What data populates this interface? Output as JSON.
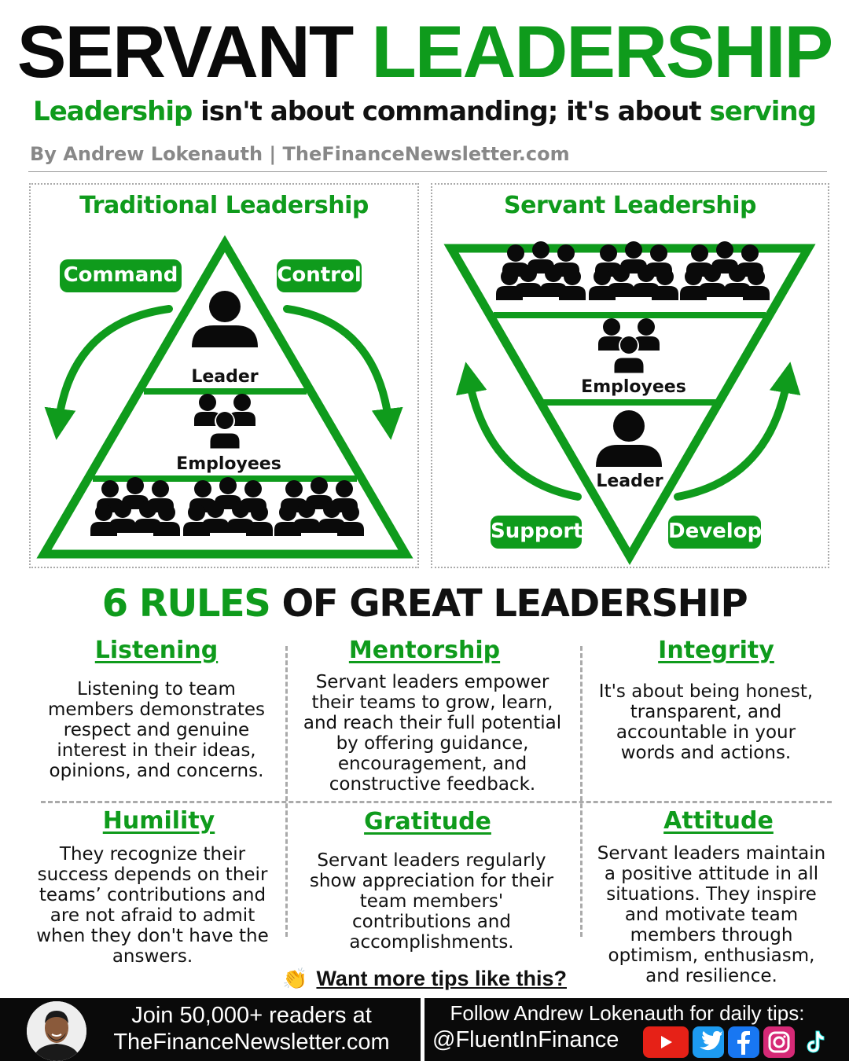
{
  "header": {
    "title_part1": "SERVANT",
    "title_part2": "LEADERSHIP",
    "subtitle_part1": "Leadership",
    "subtitle_part2": " isn't about commanding; it's about ",
    "subtitle_part3": "serving",
    "byline": "By Andrew Lokenauth | TheFinanceNewsletter.com"
  },
  "traditional": {
    "title": "Traditional Leadership",
    "pill_left": "Command",
    "pill_right": "Control",
    "layer_top": "Leader",
    "layer_middle": "Employees"
  },
  "servant": {
    "title": "Servant Leadership",
    "layer_middle": "Employees",
    "layer_bottom": "Leader",
    "pill_left": "Support",
    "pill_right": "Develop"
  },
  "rules": {
    "title_part1": "6 RULES",
    "title_part2": " OF GREAT LEADERSHIP",
    "items": [
      {
        "heading": "Listening",
        "text": "Listening to team members demonstrates respect and genuine interest in their ideas, opinions, and concerns."
      },
      {
        "heading": "Mentorship",
        "text": "Servant leaders empower their teams to grow, learn, and reach their full potential by offering guidance, encouragement, and constructive feedback."
      },
      {
        "heading": "Integrity",
        "text": "It's about being honest, transparent, and accountable in your words and actions."
      },
      {
        "heading": "Humility",
        "text": "They recognize their success depends on their teams’ contributions and are not afraid to admit when they don't have the answers."
      },
      {
        "heading": "Gratitude",
        "text": "Servant leaders regularly show appreciation for their team members' contributions and accomplishments."
      },
      {
        "heading": "Attitude",
        "text": "Servant leaders maintain a positive attitude in all situations. They inspire and motivate team members through optimism, enthusiasm, and resilience."
      }
    ]
  },
  "cta": {
    "text": "Want more tips like this?",
    "icon": "clapping-hands-icon"
  },
  "footer": {
    "left_line1": "Join 50,000+ readers at",
    "left_line2": "TheFinanceNewsletter.com",
    "right_line1": "Follow Andrew Lokenauth for daily tips:",
    "right_line2": "@FluentInFinance",
    "socials": [
      {
        "name": "youtube-icon",
        "color": "#e62117"
      },
      {
        "name": "twitter-icon",
        "color": "#1d9bf0"
      },
      {
        "name": "facebook-icon",
        "color": "#1877f2"
      },
      {
        "name": "instagram-icon",
        "color": "#d62976"
      },
      {
        "name": "tiktok-icon",
        "color": "#000000"
      }
    ]
  },
  "colors": {
    "accent": "#0f9b1c",
    "text": "#111111",
    "muted": "#888888"
  }
}
